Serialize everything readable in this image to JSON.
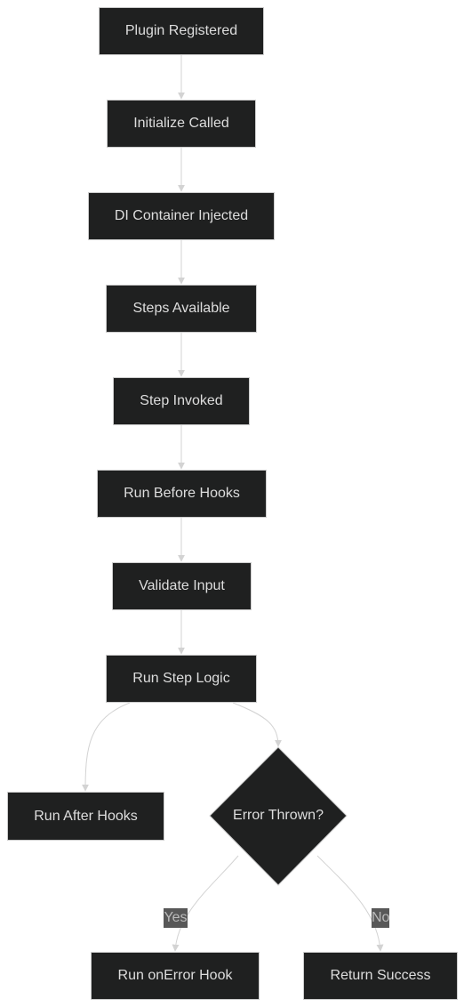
{
  "diagram": {
    "nodes": {
      "plugin_registered": "Plugin Registered",
      "initialize_called": "Initialize Called",
      "di_container_injected": "DI Container Injected",
      "steps_available": "Steps Available",
      "step_invoked": "Step Invoked",
      "run_before_hooks": "Run Before Hooks",
      "validate_input": "Validate Input",
      "run_step_logic": "Run Step Logic",
      "run_after_hooks": "Run After Hooks",
      "error_thrown": "Error Thrown?",
      "run_onerror_hook": "Run onError Hook",
      "return_success": "Return Success"
    },
    "edge_labels": {
      "yes": "Yes",
      "no": "No"
    },
    "colors": {
      "node_fill": "#1f2020",
      "node_border": "#cccccc",
      "node_text": "#dddddd",
      "edge_stroke": "#d3d3d3",
      "edge_label_bg": "#585858"
    }
  }
}
